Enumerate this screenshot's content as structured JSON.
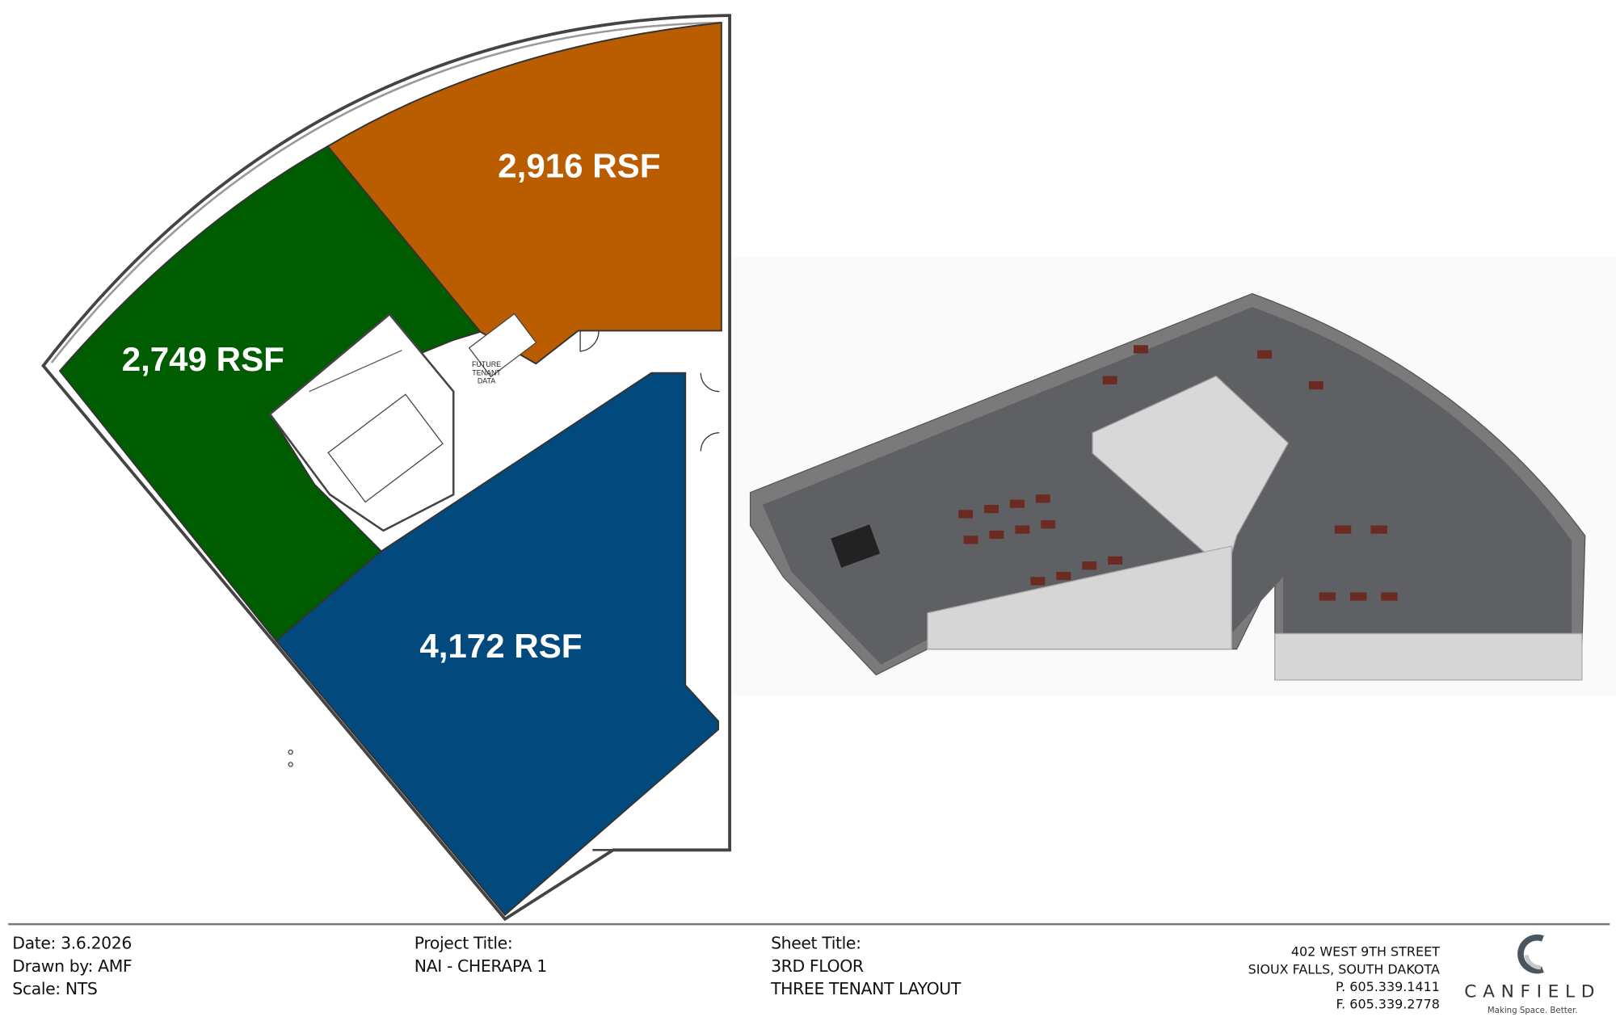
{
  "plan": {
    "suites": [
      {
        "label": "2,916 RSF",
        "color": "#BA5D00"
      },
      {
        "label": "2,749 RSF",
        "color": "#005C00"
      },
      {
        "label": "4,172 RSF",
        "color": "#024A7D"
      }
    ],
    "room_label": [
      "FUTURE",
      "TENANT",
      "DATA"
    ]
  },
  "title_block": {
    "date": "Date: 3.6.2026",
    "drawn_by": "Drawn by: AMF",
    "scale": "Scale: NTS",
    "project_title_label": "Project Title:",
    "project_title": "NAI - CHERAPA 1",
    "sheet_title_label": "Sheet Title:",
    "sheet_title_1": "3RD FLOOR",
    "sheet_title_2": "THREE TENANT LAYOUT",
    "address_1": "402 WEST 9TH STREET",
    "address_2": "SIOUX FALLS, SOUTH DAKOTA",
    "phone": "P. 605.339.1411",
    "fax": "F. 605.339.2778",
    "company": "CANFIELD",
    "tagline": "Making Space. Better."
  }
}
